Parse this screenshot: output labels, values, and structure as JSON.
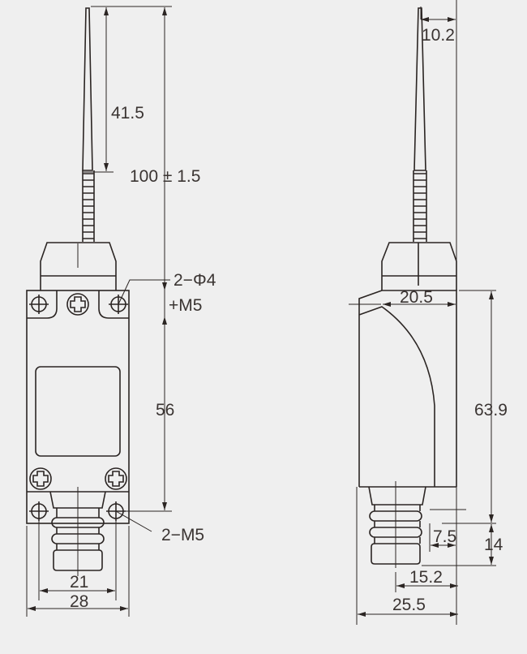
{
  "drawing": {
    "front_view": {
      "dim_rod_length": "41.5",
      "dim_total_height": "100 ± 1.5",
      "hole_label": "2−Φ4",
      "hole_label_thread": "+M5",
      "dim_body_height": "56",
      "bottom_hole_label": "2−M5",
      "dim_hole_spacing": "21",
      "dim_width": "28"
    },
    "side_view": {
      "dim_top_offset": "10.2",
      "dim_head_depth": "20.5",
      "dim_body_height": "63.9",
      "dim_plunger_offset": "7.5",
      "dim_plunger_height": "14",
      "dim_plunger_position": "15.2",
      "dim_depth": "25.5"
    }
  }
}
